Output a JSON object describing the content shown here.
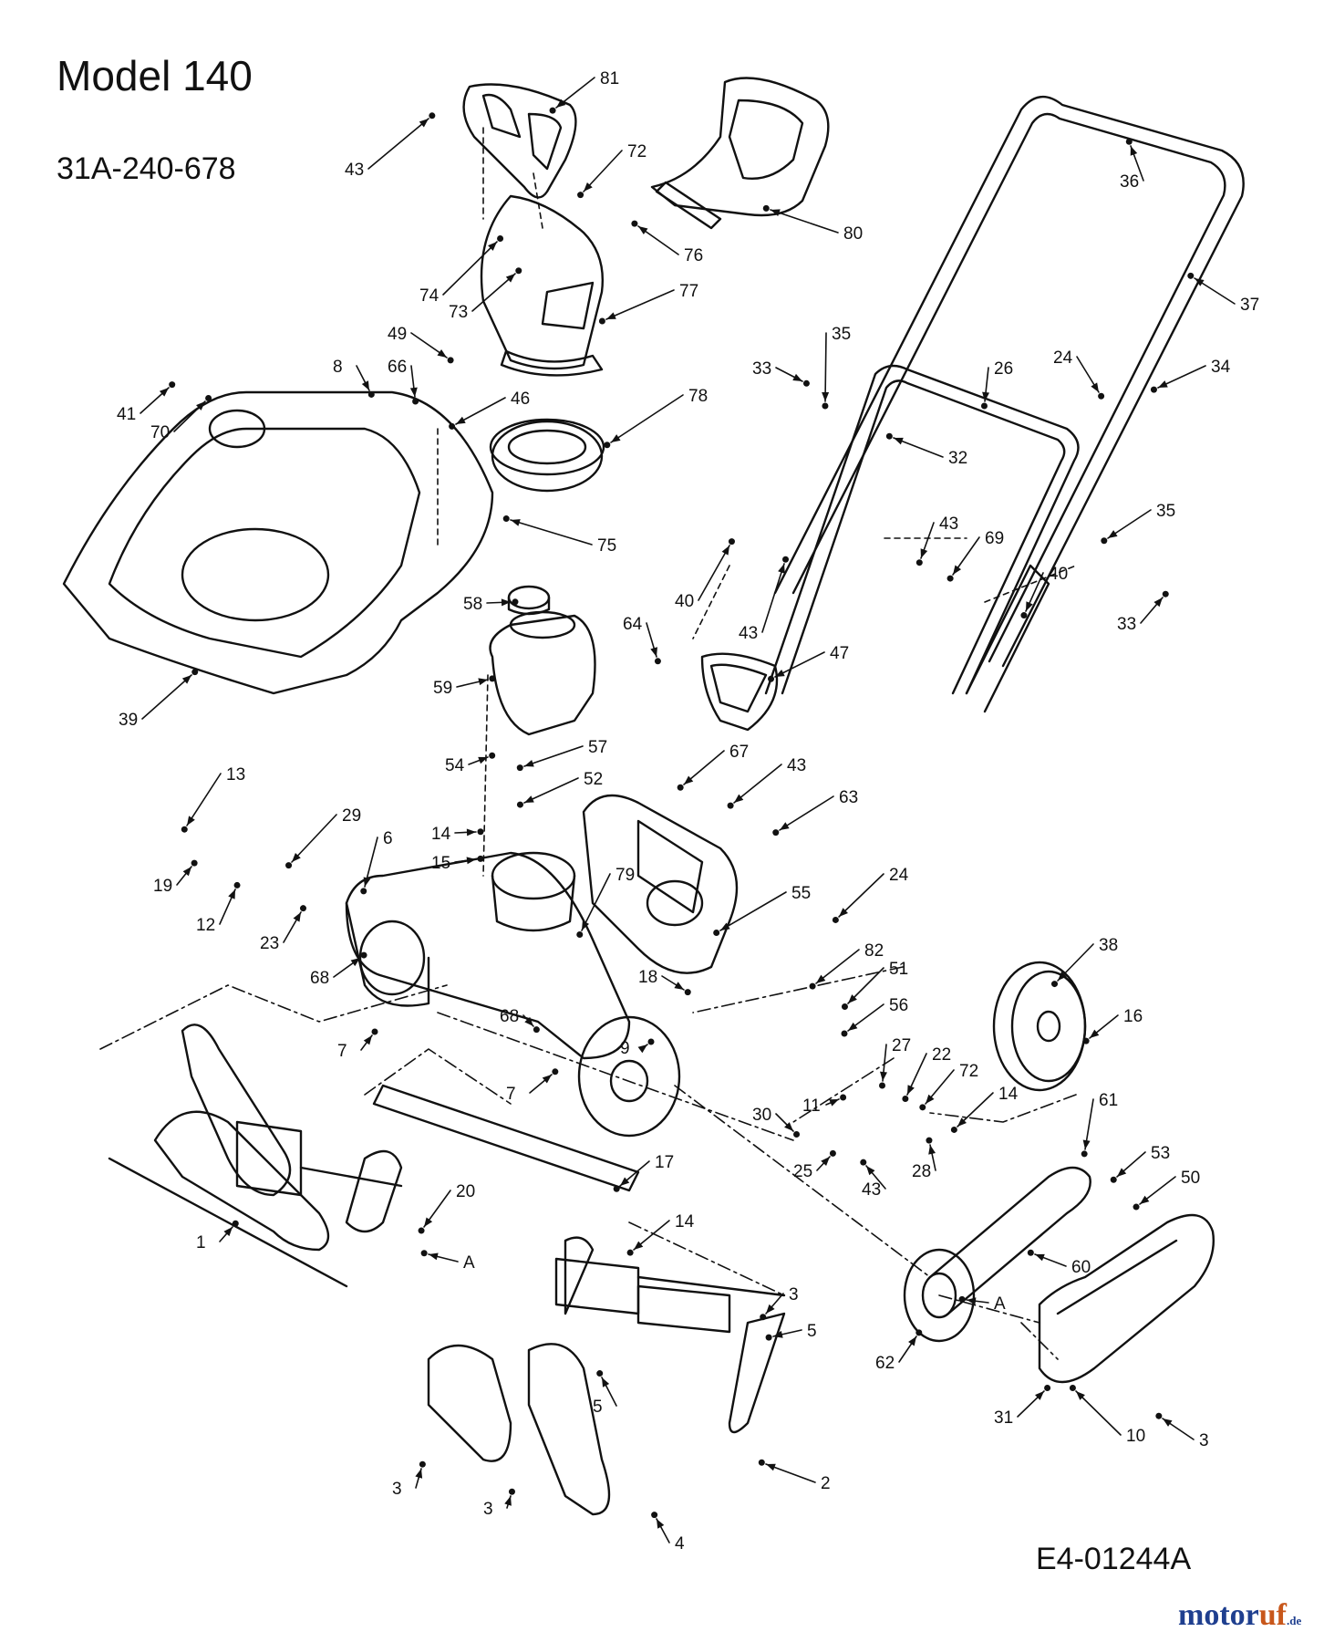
{
  "title": "Model 140",
  "model_number": "31A-240-678",
  "drawing_code": "E4-01244A",
  "watermark": {
    "prefix": "motor",
    "highlight": "uf",
    "suffix": ".de"
  },
  "colors": {
    "line": "#111111",
    "watermark_blue": "#1f3f8f",
    "watermark_orange": "#c8571b"
  },
  "part_labels": [
    "1",
    "2",
    "3",
    "4",
    "5",
    "6",
    "7",
    "8",
    "9",
    "10",
    "11",
    "12",
    "13",
    "14",
    "15",
    "16",
    "17",
    "18",
    "19",
    "20",
    "22",
    "23",
    "24",
    "25",
    "26",
    "27",
    "28",
    "29",
    "30",
    "31",
    "32",
    "33",
    "34",
    "35",
    "36",
    "37",
    "38",
    "39",
    "40",
    "41",
    "43",
    "46",
    "47",
    "49",
    "50",
    "51",
    "52",
    "53",
    "54",
    "55",
    "56",
    "57",
    "58",
    "59",
    "60",
    "61",
    "62",
    "63",
    "64",
    "66",
    "67",
    "68",
    "69",
    "70",
    "72",
    "73",
    "74",
    "75",
    "76",
    "77",
    "78",
    "79",
    "80",
    "81",
    "82",
    "A"
  ]
}
